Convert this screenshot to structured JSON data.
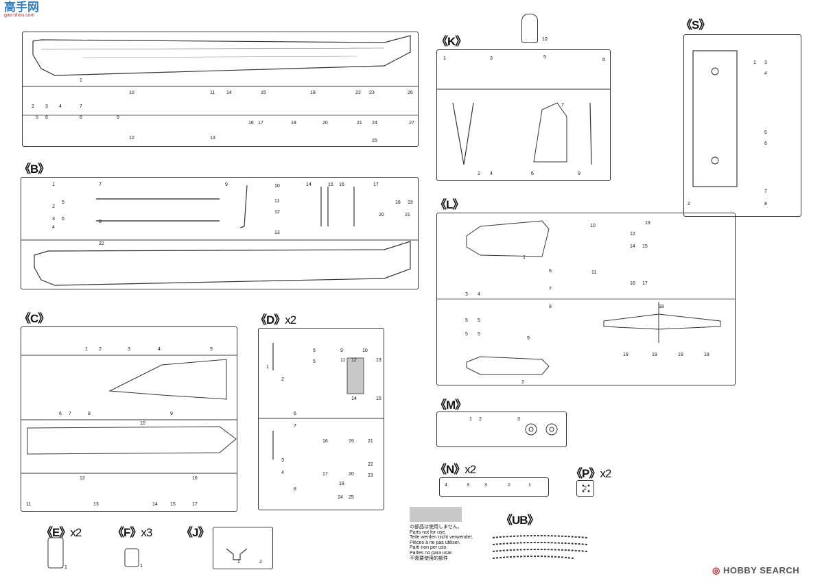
{
  "watermark": {
    "main": "高手网",
    "sub": "gao-shou.com"
  },
  "brand": {
    "circle": "◎",
    "name": "HOBBY SEARCH"
  },
  "sprues": {
    "A": {
      "label": "",
      "nums": [
        "1",
        "2",
        "3",
        "4",
        "7",
        "10",
        "11",
        "14",
        "15",
        "19",
        "22",
        "23",
        "26",
        "5",
        "6",
        "8",
        "9",
        "12",
        "13",
        "16",
        "17",
        "18",
        "20",
        "21",
        "24",
        "25",
        "27"
      ]
    },
    "B": {
      "label": "《B》",
      "nums": [
        "1",
        "2",
        "3",
        "4",
        "5",
        "6",
        "7",
        "8",
        "9",
        "10",
        "11",
        "12",
        "13",
        "14",
        "15",
        "16",
        "17",
        "18",
        "19",
        "20",
        "21",
        "22"
      ]
    },
    "C": {
      "label": "《C》",
      "nums": [
        "1",
        "2",
        "3",
        "4",
        "5",
        "6",
        "7",
        "8",
        "9",
        "10",
        "11",
        "12",
        "13",
        "14",
        "15",
        "16",
        "17"
      ]
    },
    "D": {
      "label": "《D》",
      "mult": "x2",
      "nums": [
        "1",
        "2",
        "3",
        "4",
        "5",
        "5",
        "6",
        "7",
        "8",
        "9",
        "10",
        "11",
        "12",
        "13",
        "14",
        "15",
        "16",
        "17",
        "18",
        "19",
        "20",
        "21",
        "22",
        "23",
        "24",
        "25"
      ]
    },
    "K": {
      "label": "《K》",
      "nums": [
        "10",
        "1",
        "2",
        "3",
        "4",
        "5",
        "6",
        "7",
        "8",
        "9"
      ]
    },
    "S": {
      "label": "《S》",
      "nums": [
        "1",
        "2",
        "3",
        "4",
        "5",
        "6",
        "7",
        "8"
      ]
    },
    "L": {
      "label": "《L》",
      "nums": [
        "1",
        "2",
        "3",
        "4",
        "5",
        "5",
        "5",
        "5",
        "6",
        "7",
        "8",
        "9",
        "10",
        "11",
        "12",
        "13",
        "14",
        "15",
        "16",
        "17",
        "18",
        "19",
        "19",
        "19",
        "19"
      ]
    },
    "M": {
      "label": "《M》",
      "nums": [
        "1",
        "2",
        "3"
      ]
    },
    "N": {
      "label": "《N》",
      "mult": "x2",
      "nums": [
        "4",
        "3",
        "3",
        "2",
        "1"
      ]
    },
    "P": {
      "label": "《P》",
      "mult": "x2",
      "nums": [
        "2"
      ]
    },
    "UB": {
      "label": "《UB》"
    },
    "E": {
      "label": "《E》",
      "mult": "x2",
      "nums": [
        "1"
      ]
    },
    "F": {
      "label": "《F》",
      "mult": "x3",
      "nums": [
        "1"
      ]
    },
    "J": {
      "label": "《J》",
      "nums": [
        "1",
        "2"
      ]
    }
  },
  "legend": {
    "lines": [
      "の部品は使用しません。",
      "Parts not for use.",
      "Teile werden nicht verwendet.",
      "Pièces à ne pas utiliser.",
      "Parti non per uso.",
      "Partes no para usar.",
      "不需要使用的部件"
    ]
  },
  "colors": {
    "line": "#333333",
    "unused_fill": "#c9c9c9",
    "watermark_blue": "#2e7fc1",
    "watermark_red": "#b43030",
    "brand_red": "#c8262a"
  }
}
